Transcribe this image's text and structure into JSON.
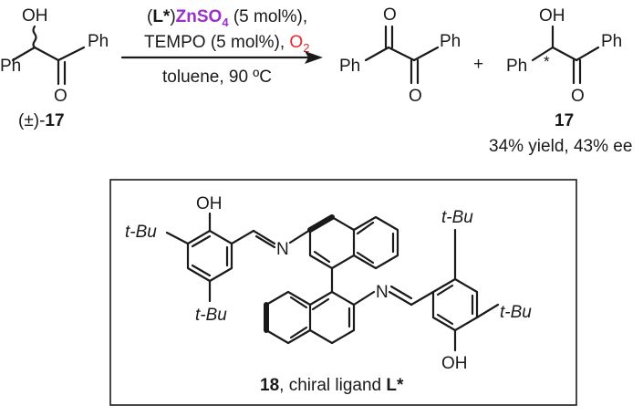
{
  "reaction": {
    "reactant": {
      "oh": "OH",
      "ph_left": "Ph",
      "ph_right": "Ph",
      "o": "O",
      "label_prefix": "(±)-",
      "label_num": "17"
    },
    "conditions": {
      "paren_open": "(",
      "ligand": "L*",
      "paren_close": ")",
      "metal": "ZnSO",
      "metal_sub": "4",
      "catalyst_loading": " (5 mol%),",
      "line2_text": "TEMPO (5 mol%), ",
      "oxidant": "O",
      "oxidant_sub": "2",
      "line3": "toluene, 90 ºC"
    },
    "product1": {
      "ph_left": "Ph",
      "ph_right": "Ph",
      "o_top": "O",
      "o_bottom": "O"
    },
    "plus": "+",
    "product2": {
      "oh": "OH",
      "ph_left": "Ph",
      "ph_right": "Ph",
      "star": "*",
      "o": "O",
      "label": "17",
      "result": "34% yield, 43% ee"
    }
  },
  "ligand_box": {
    "oh_top": "OH",
    "tbu_left": "t-Bu",
    "tbu_left_bottom": "t-Bu",
    "n_left": "N",
    "n_right": "N",
    "tbu_right_top": "t-Bu",
    "tbu_right": "t-Bu",
    "oh_bottom": "OH",
    "caption_num": "18",
    "caption_text": ", chiral ligand ",
    "caption_ligand": "L*"
  },
  "colors": {
    "metal": "#9b30c8",
    "oxidant": "#e8252a",
    "ink": "#1a1a1a"
  }
}
